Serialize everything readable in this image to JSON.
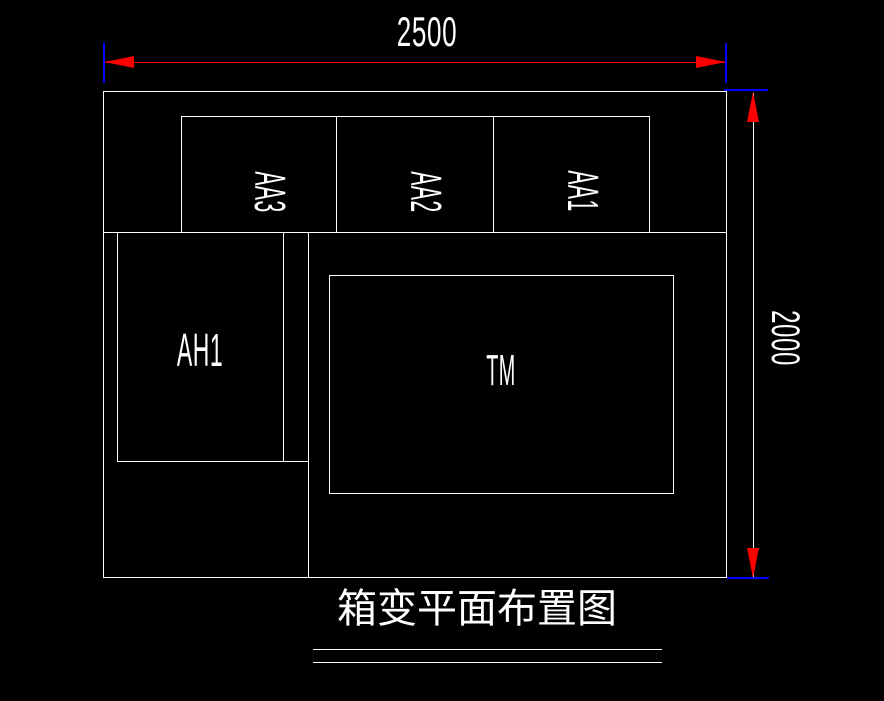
{
  "drawing": {
    "title": "箱变平面布置图",
    "labels": {
      "aa3": "AA3",
      "aa2": "AA2",
      "aa1": "AA1",
      "ah1": "AH1",
      "tm": "TM"
    },
    "dimensions": {
      "horizontal": "2500",
      "vertical": "2000"
    },
    "colors": {
      "background": "#000000",
      "outline": "#ffffff",
      "dimension_line": "#ff0000",
      "extension_tick": "#0000ff",
      "text": "#ffffff"
    }
  }
}
